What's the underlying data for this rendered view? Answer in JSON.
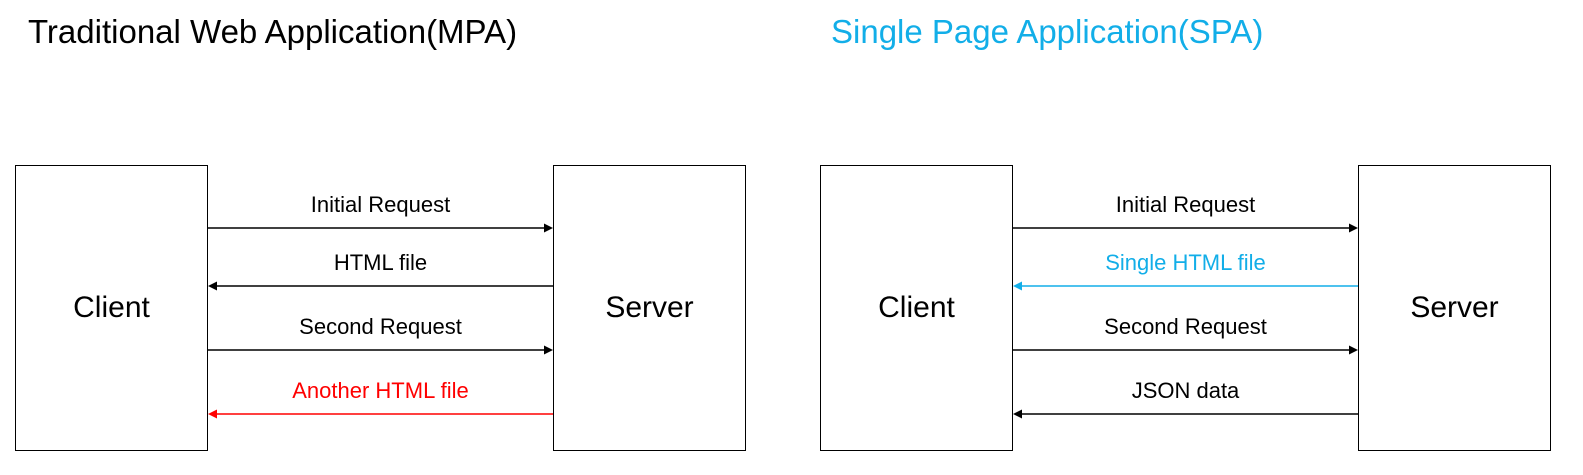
{
  "colors": {
    "default": "#000000",
    "spa_accent": "#12AEE8",
    "mpa_accent": "#FF0000"
  },
  "panels": [
    {
      "id": "mpa",
      "title": "Traditional Web Application(MPA)",
      "title_color": "#000000",
      "client_label": "Client",
      "server_label": "Server",
      "flows": [
        {
          "label": "Initial Request",
          "direction": "to-server",
          "color": "#000000"
        },
        {
          "label": "HTML file",
          "direction": "to-client",
          "color": "#000000"
        },
        {
          "label": "Second Request",
          "direction": "to-server",
          "color": "#000000"
        },
        {
          "label": "Another HTML file",
          "direction": "to-client",
          "color": "#FF0000"
        }
      ]
    },
    {
      "id": "spa",
      "title": "Single Page Application(SPA)",
      "title_color": "#12AEE8",
      "client_label": "Client",
      "server_label": "Server",
      "flows": [
        {
          "label": "Initial Request",
          "direction": "to-server",
          "color": "#000000"
        },
        {
          "label": "Single HTML file",
          "direction": "to-client",
          "color": "#12AEE8"
        },
        {
          "label": "Second Request",
          "direction": "to-server",
          "color": "#000000"
        },
        {
          "label": "JSON data",
          "direction": "to-client",
          "color": "#000000"
        }
      ]
    }
  ]
}
